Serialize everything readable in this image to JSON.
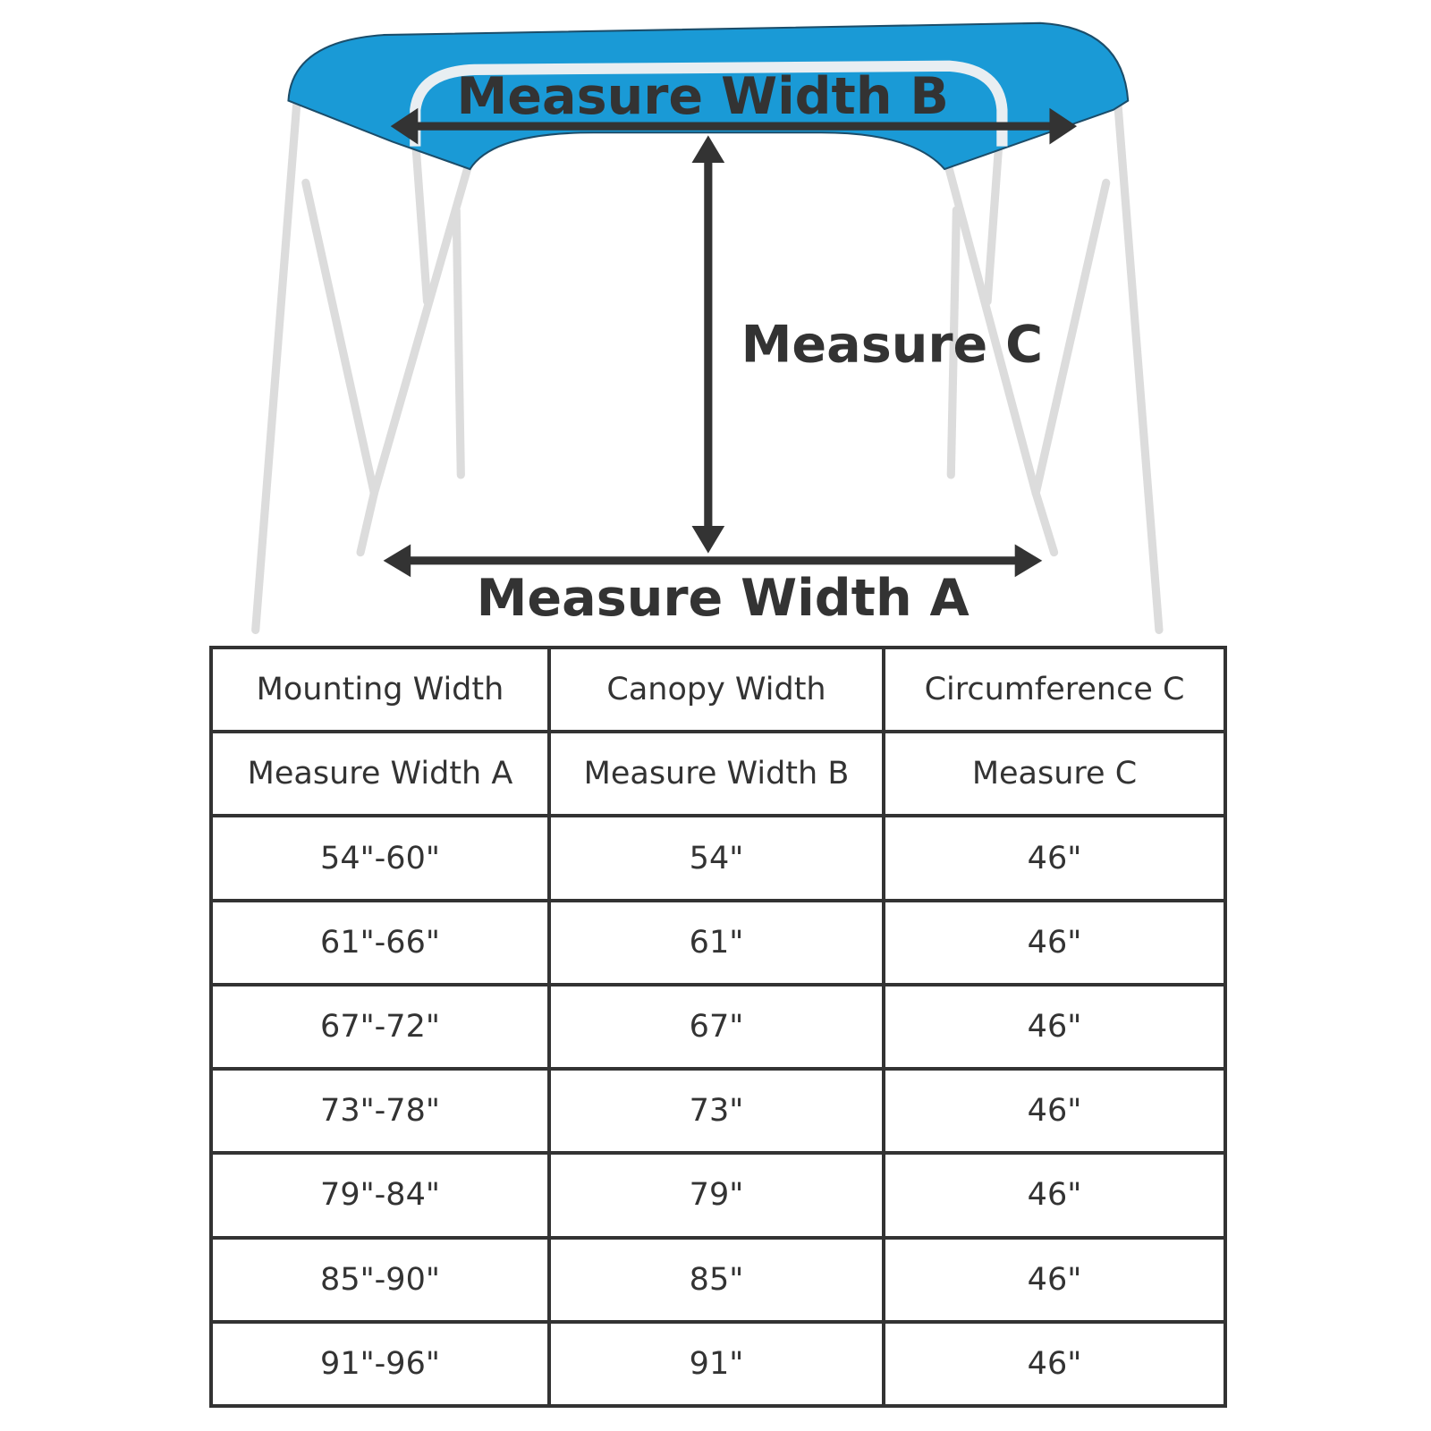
{
  "diagram": {
    "label_width_b": "Measure Width B",
    "label_c": "Measure C",
    "label_width_a": "Measure Width A",
    "canopy_color": "#1a9ad6"
  },
  "table": {
    "headers": [
      "Mounting Width",
      "Canopy Width",
      "Circumference C"
    ],
    "subheaders": [
      "Measure Width A",
      "Measure Width B",
      "Measure C"
    ],
    "rows": [
      [
        "54\"-60\"",
        "54\"",
        "46\""
      ],
      [
        "61\"-66\"",
        "61\"",
        "46\""
      ],
      [
        "67\"-72\"",
        "67\"",
        "46\""
      ],
      [
        "73\"-78\"",
        "73\"",
        "46\""
      ],
      [
        "79\"-84\"",
        "79\"",
        "46\""
      ],
      [
        "85\"-90\"",
        "85\"",
        "46\""
      ],
      [
        "91\"-96\"",
        "91\"",
        "46\""
      ]
    ]
  }
}
